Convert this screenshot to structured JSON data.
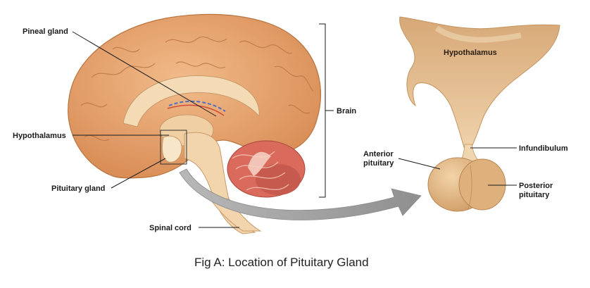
{
  "labels": {
    "pineal_gland": "Pineal gland",
    "hypothalamus": "Hypothalamus",
    "pituitary_gland": "Pituitary gland",
    "spinal_cord": "Spinal cord",
    "brain": "Brain",
    "hypothalamus_detail": "Hypothalamus",
    "anterior_pituitary": [
      "Anterior",
      "pituitary"
    ],
    "infundibulum": "Infundibulum",
    "posterior_pituitary": [
      "Posterior",
      "pituitary"
    ]
  },
  "caption": "Fig A: Location of Pituitary Gland",
  "colors": {
    "cortex": "#e8a672",
    "cortex_dark": "#c9824d",
    "tissue_light": "#f5dcb8",
    "cerebellum": "#d9665a",
    "arrow": "#9a9a9a",
    "gland": "#e4bb8a"
  }
}
